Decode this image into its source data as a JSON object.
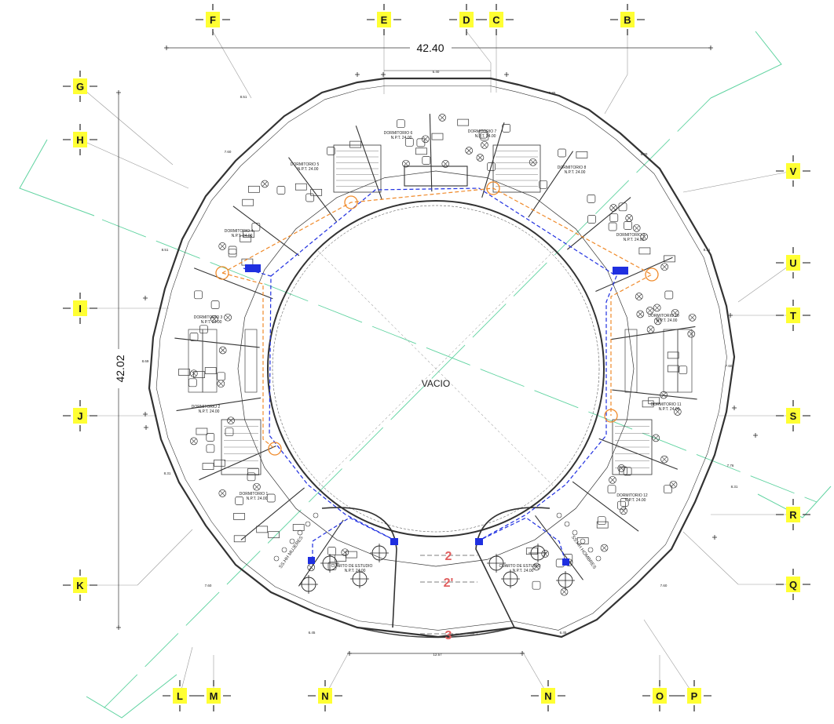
{
  "plan": {
    "center_label": "VACIO",
    "overall_width_dim": "42.40",
    "overall_height_dim": "42.02",
    "inner_width_dim": "5.40",
    "bottom_width_dim": "12.57",
    "room_elevation": "N.P.T. 24.00"
  },
  "grid_axes": [
    {
      "id": "F",
      "label": "F"
    },
    {
      "id": "E",
      "label": "E"
    },
    {
      "id": "D",
      "label": "D"
    },
    {
      "id": "C",
      "label": "C"
    },
    {
      "id": "B",
      "label": "B"
    },
    {
      "id": "G",
      "label": "G"
    },
    {
      "id": "H",
      "label": "H"
    },
    {
      "id": "I",
      "label": "I"
    },
    {
      "id": "J",
      "label": "J"
    },
    {
      "id": "K",
      "label": "K"
    },
    {
      "id": "V",
      "label": "V"
    },
    {
      "id": "U",
      "label": "U"
    },
    {
      "id": "T",
      "label": "T"
    },
    {
      "id": "S",
      "label": "S"
    },
    {
      "id": "R",
      "label": "R"
    },
    {
      "id": "Q",
      "label": "Q"
    },
    {
      "id": "L",
      "label": "L"
    },
    {
      "id": "M",
      "label": "M"
    },
    {
      "id": "N1",
      "label": "N"
    },
    {
      "id": "N2",
      "label": "N"
    },
    {
      "id": "O",
      "label": "O"
    },
    {
      "id": "P",
      "label": "P"
    }
  ],
  "section_marks": [
    {
      "id": "2",
      "label": "2"
    },
    {
      "id": "2p",
      "label": "2'"
    },
    {
      "id": "3",
      "label": "3"
    }
  ],
  "rooms": [
    {
      "id": "d1",
      "label": "DORMITORIO 1"
    },
    {
      "id": "d2",
      "label": "DORMITORIO 2"
    },
    {
      "id": "d3",
      "label": "DORMITORIO 3"
    },
    {
      "id": "d4",
      "label": "DORMITORIO 4"
    },
    {
      "id": "d5",
      "label": "DORMITORIO 5"
    },
    {
      "id": "d6",
      "label": "DORMITORIO 6"
    },
    {
      "id": "d7",
      "label": "DORMITORIO 7"
    },
    {
      "id": "d8",
      "label": "DORMITORIO 8"
    },
    {
      "id": "d9",
      "label": "DORMITORIO 9"
    },
    {
      "id": "d10",
      "label": "DORMITORIO 10"
    },
    {
      "id": "d11",
      "label": "DORMITORIO 11"
    },
    {
      "id": "d12",
      "label": "DORMITORIO 12"
    },
    {
      "id": "ce1",
      "label": "CUARTO DE ESTUDIO"
    },
    {
      "id": "ce2",
      "label": "CUARTO DE ESTUDIO"
    }
  ],
  "ss_labels": {
    "women": "SS.HH MUJERES",
    "men": "SS.HH HOMBRES"
  },
  "facade_dims": [
    "8.51",
    "7.60",
    "8.51",
    "8.69",
    "8.31",
    "7.60",
    "6.45",
    "6.45",
    "7.60",
    "7.60",
    "5.40",
    "8.31",
    "7.86",
    "7.76",
    "8.31"
  ],
  "colors": {
    "walls": "#333333",
    "grid_tag": "#ffff33",
    "section_mark": "#e06060",
    "evac_route": "#1f2fe0",
    "fire_route": "#f08a2a",
    "cut_line": "#5fd3a0",
    "guides": "#9a9a9a"
  }
}
